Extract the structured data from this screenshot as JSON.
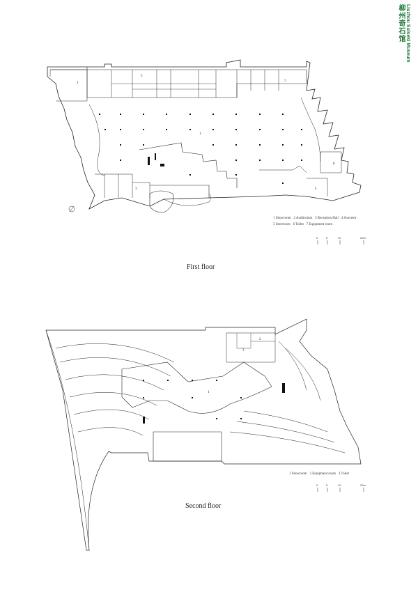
{
  "logo": {
    "chinese": "柳州奇石馆",
    "english": "Liuzhou Suiseki Museum",
    "color": "#1f7a3a"
  },
  "first_floor": {
    "caption": "First floor",
    "legend": [
      "1 Showroom",
      "2 Auditorium",
      "3 Reception Hall",
      "4 Souvenir",
      "5 Storeroom",
      "6 Toilet",
      "7 Equipment room"
    ],
    "room_labels": [
      "1",
      "2",
      "3",
      "4",
      "5",
      "6",
      "7"
    ],
    "scale": [
      "0",
      "5",
      "10",
      "20m"
    ]
  },
  "second_floor": {
    "caption": "Second floor",
    "legend": [
      "1 Showroom",
      "2 Equipment room",
      "3 Toilet"
    ],
    "room_labels": [
      "1",
      "2",
      "3"
    ],
    "scale": [
      "0",
      "5",
      "10",
      "20m"
    ]
  }
}
